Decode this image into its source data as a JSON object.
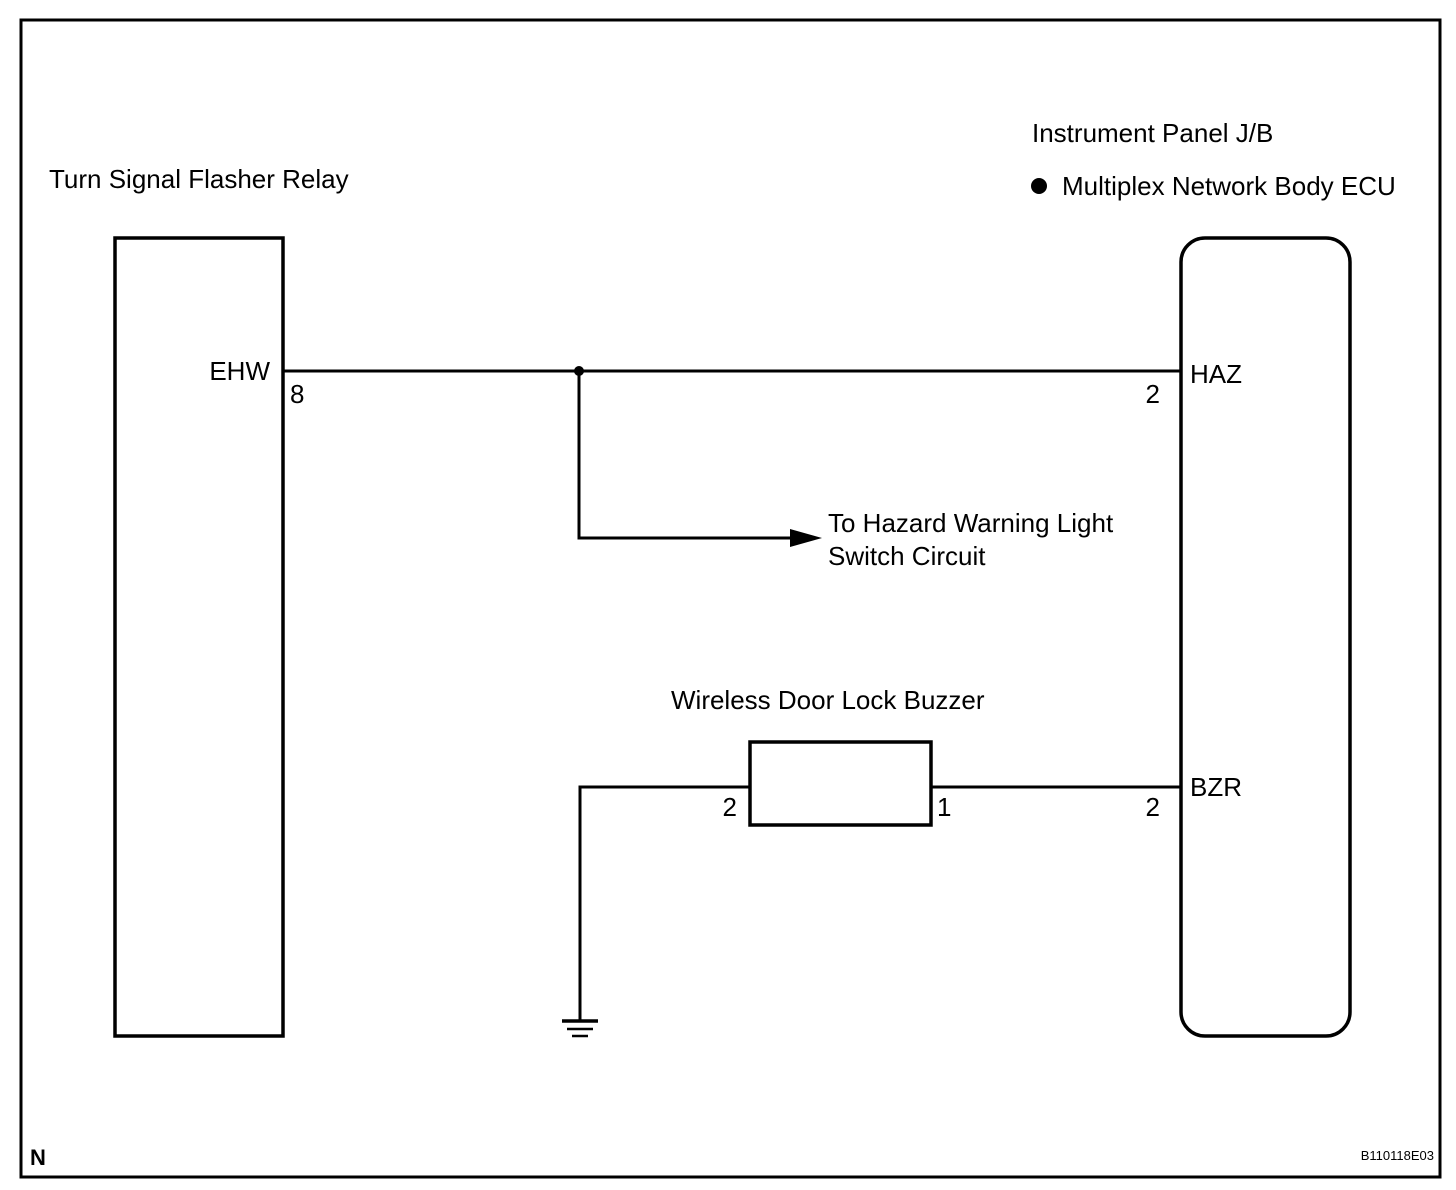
{
  "colors": {
    "line": "#000000",
    "background": "#ffffff"
  },
  "components": {
    "flasher_relay": {
      "title": "Turn Signal Flasher Relay",
      "terminal_name": "EHW",
      "terminal_pin": "8"
    },
    "junction_block": {
      "title": "Instrument Panel J/B",
      "subtitle": "Multiplex Network Body ECU",
      "haz_name": "HAZ",
      "haz_pin": "2",
      "bzr_name": "BZR",
      "bzr_pin": "2"
    },
    "buzzer": {
      "title": "Wireless Door Lock Buzzer",
      "pin_left": "2",
      "pin_right": "1"
    }
  },
  "branch": {
    "label_line1": "To Hazard Warning Light",
    "label_line2": "Switch Circuit"
  },
  "footer": {
    "left_mark": "N",
    "figure_code": "B110118E03"
  },
  "icons": [
    "bullet-dot-icon",
    "arrow-head-icon",
    "ground-icon",
    "junction-dot-icon"
  ]
}
